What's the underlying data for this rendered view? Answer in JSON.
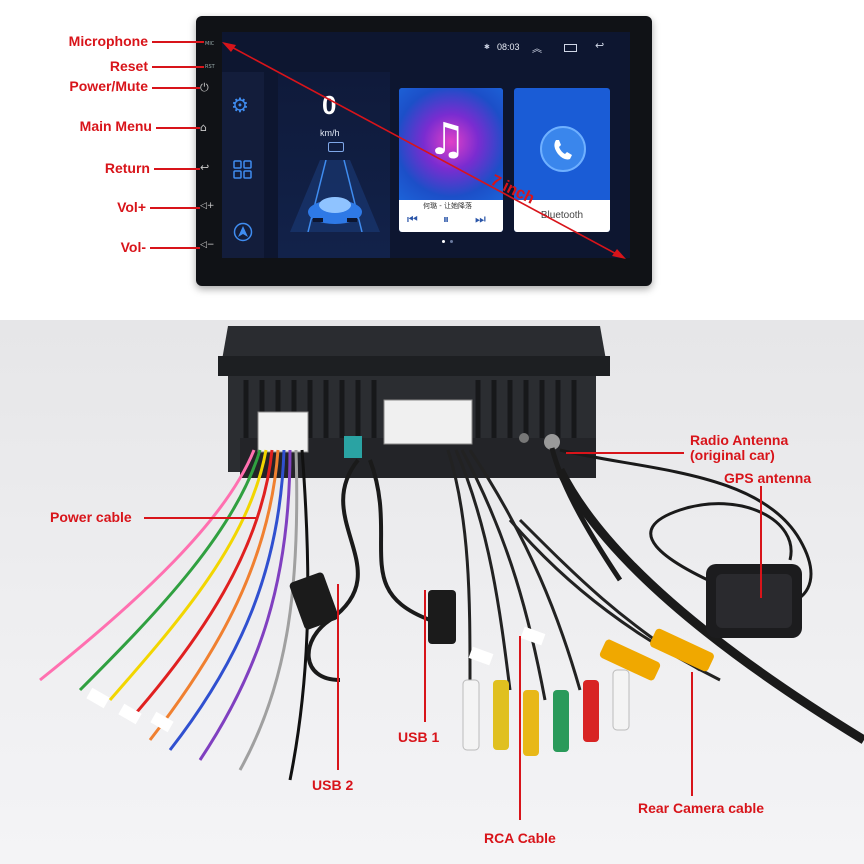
{
  "head_unit": {
    "labels": {
      "microphone": "Microphone",
      "reset": "Reset",
      "power_mute": "Power/Mute",
      "main_menu": "Main Menu",
      "return": "Return",
      "vol_up": "Vol+",
      "vol_down": "Vol-"
    },
    "bezel_text": {
      "mic": "MIC",
      "rst": "RST"
    },
    "screen_size": "7 inch",
    "status_bar": {
      "time": "08:03"
    },
    "speedometer": {
      "value": "0",
      "unit": "km/h"
    },
    "music_card": {
      "track": "何璐 - 让她降落"
    },
    "bluetooth_card": {
      "label": "Bluetooth"
    }
  },
  "back_panel": {
    "labels": {
      "radio_antenna": "Radio Antenna",
      "radio_antenna_note": "(original car)",
      "gps_antenna": "GPS antenna",
      "power_cable": "Power cable",
      "usb1": "USB 1",
      "usb2": "USB 2",
      "rca_cable": "RCA Cable",
      "rear_camera_cable": "Rear Camera cable"
    }
  },
  "colors": {
    "accent_red": "#d8141a",
    "screen_blue": "#1c63d8"
  }
}
